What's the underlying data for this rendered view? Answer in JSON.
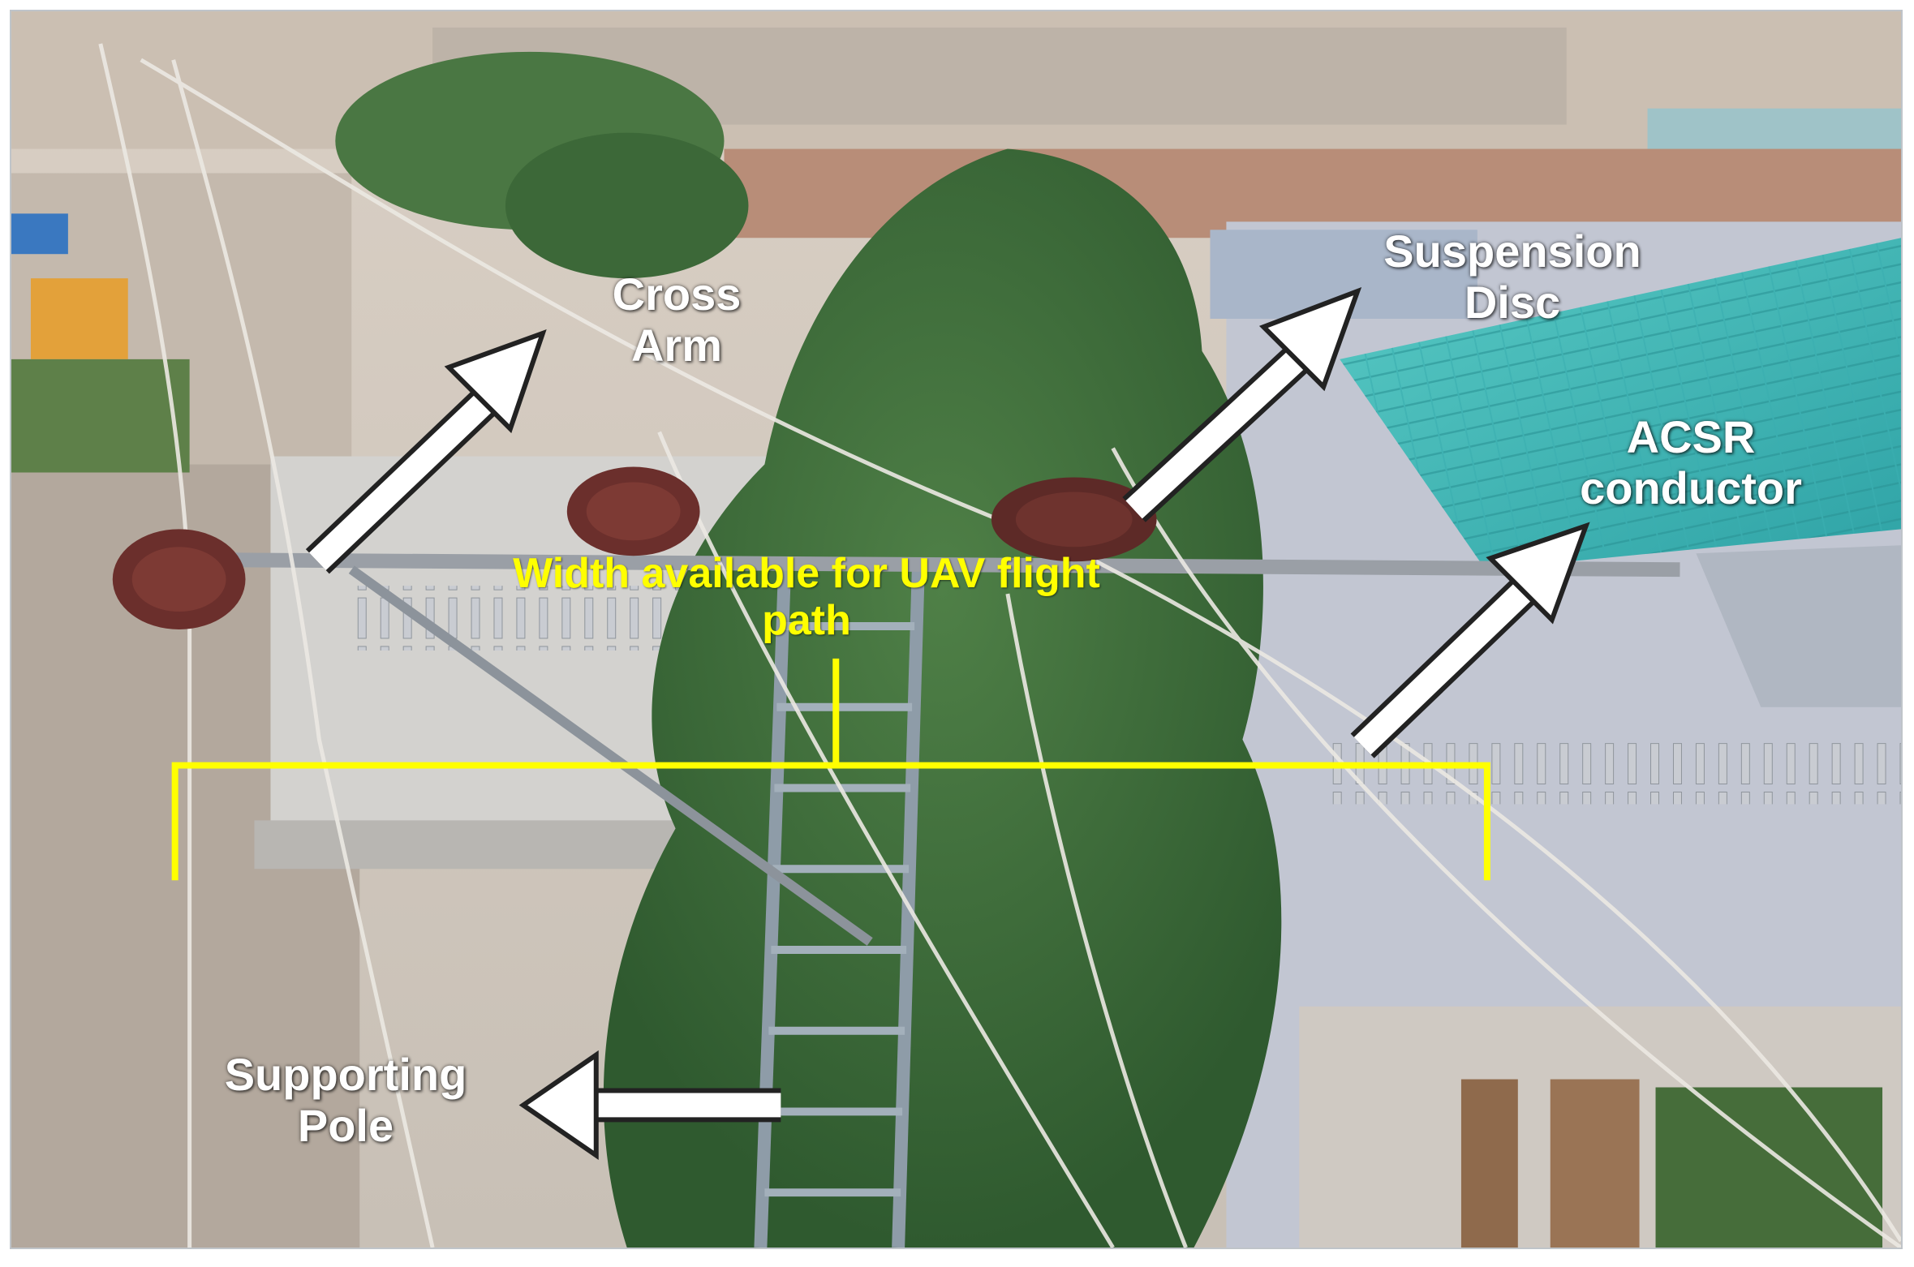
{
  "labels": {
    "cross_arm": [
      "Cross",
      "Arm"
    ],
    "suspension_disc": [
      "Suspension",
      "Disc"
    ],
    "acsr_conductor": [
      "ACSR",
      "conductor"
    ],
    "supporting_pole": [
      "Supporting",
      "Pole"
    ],
    "flight_width": [
      "Width available for UAV flight",
      "path"
    ]
  },
  "colors": {
    "label_text": "#ffffff",
    "annotation": "#ffff00",
    "arrow_fill": "#ffffff",
    "arrow_outline": "#222222",
    "roof": "#3fb8b6",
    "foliage": "#3f6e3a"
  }
}
